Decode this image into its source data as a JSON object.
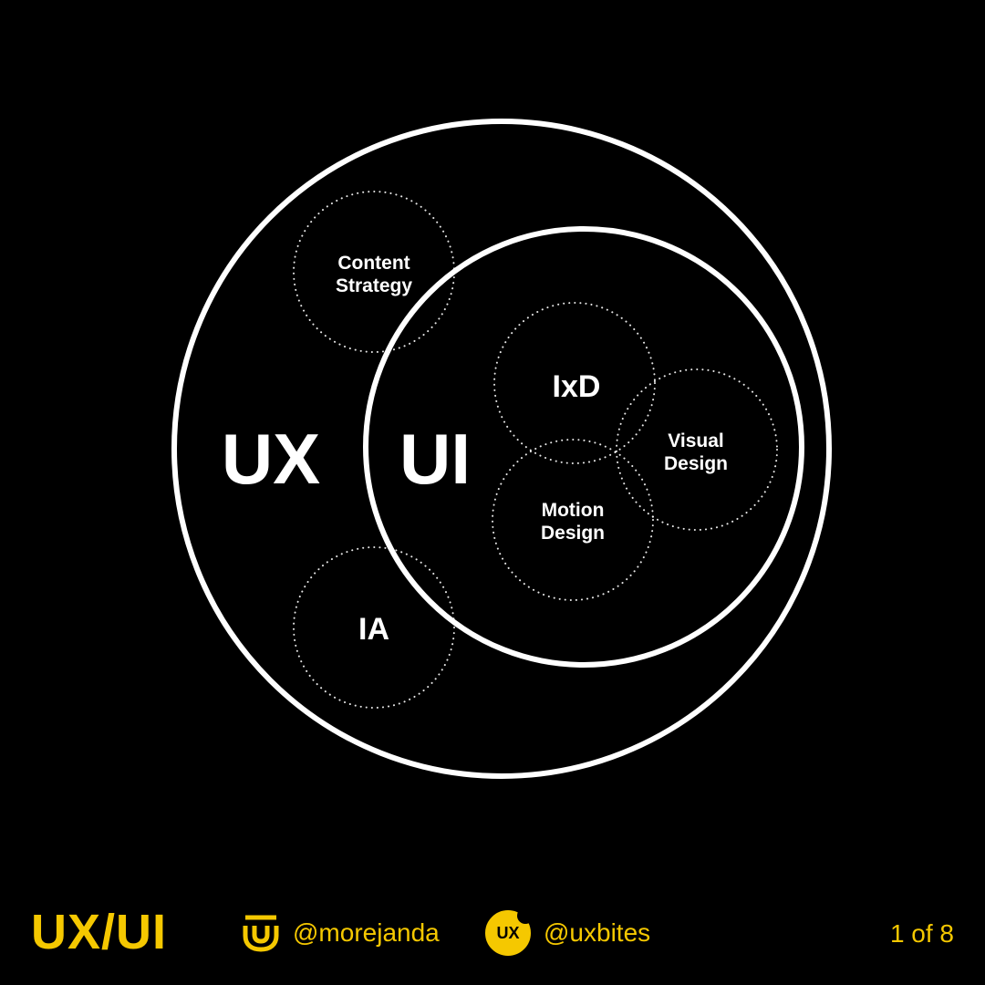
{
  "diagram": {
    "outer_label": "UX",
    "inner_label": "UI",
    "subareas": {
      "content_strategy": [
        "Content",
        "Strategy"
      ],
      "ia": "IA",
      "ixd": "IxD",
      "visual_design": [
        "Visual",
        "Design"
      ],
      "motion_design": [
        "Motion",
        "Design"
      ]
    }
  },
  "footer": {
    "title": "UX/UI",
    "handle_1": "@morejanda",
    "handle_2": "@uxbites",
    "logo_2_text": "UX",
    "page_counter": "1 of 8"
  },
  "colors": {
    "background": "#000000",
    "foreground": "#ffffff",
    "accent": "#f5c800"
  },
  "icons": {
    "logo_1": "morejanda-logo-icon",
    "logo_2": "uxbites-logo-icon"
  }
}
